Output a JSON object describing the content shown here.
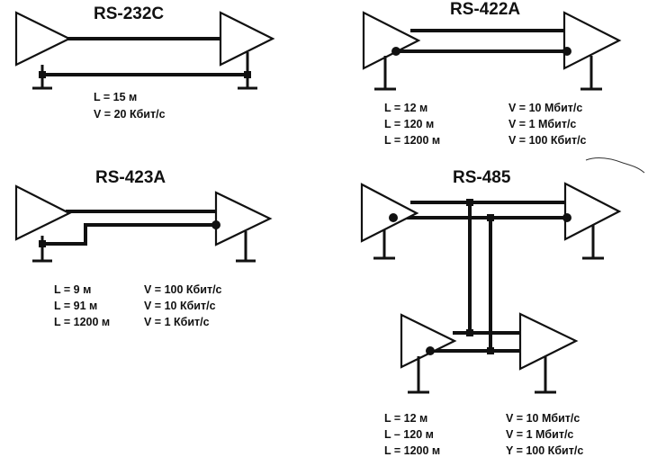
{
  "diagrams": {
    "rs232c": {
      "title": "RS-232C",
      "length": "L = 15 м",
      "speed": "V = 20 Кбит/с"
    },
    "rs422a": {
      "title": "RS-422A",
      "lengths": [
        "L = 12 м",
        "L = 120 м",
        "L = 1200 м"
      ],
      "speeds": [
        "V = 10 Мбит/с",
        "V = 1 Мбит/с",
        "V = 100 Кбит/с"
      ]
    },
    "rs423a": {
      "title": "RS-423A",
      "lengths": [
        "L = 9 м",
        "L = 91 м",
        "L = 1200 м"
      ],
      "speeds": [
        "V = 100 Кбит/с",
        "V = 10 Кбит/с",
        "V = 1 Кбит/с"
      ]
    },
    "rs485": {
      "title": "RS-485",
      "lengths": [
        "L = 12 м",
        "L – 120 м",
        "L = 1200 м"
      ],
      "speeds": [
        "V = 10 Мбит/с",
        "V = 1 Мбит/с",
        "Y = 100 Кбит/с"
      ]
    }
  },
  "colors": {
    "ink": "#111111",
    "paper": "#ffffff"
  }
}
